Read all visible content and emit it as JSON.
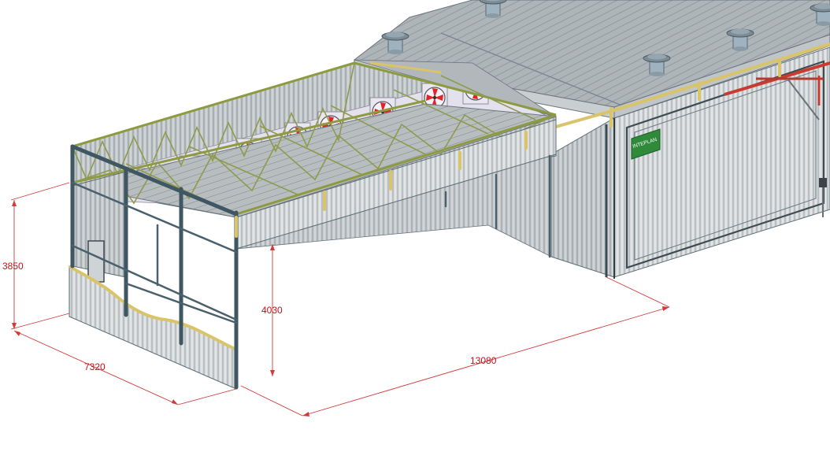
{
  "drawing": {
    "brand_plate": "INTEPLAN",
    "dimensions": {
      "wall_height": "3850",
      "opening_height": "4030",
      "depth": "7320",
      "length": "13080"
    },
    "colors": {
      "dimension": "#c4121a",
      "steel": "#3f5663",
      "truss": "#8d9a3f",
      "timber": "#d9c46a",
      "cladding": "#d3d6d8",
      "roof": "#a9b0b4",
      "fan_blade": "#e2242a",
      "brand_plate": "#2f8a3a"
    }
  }
}
